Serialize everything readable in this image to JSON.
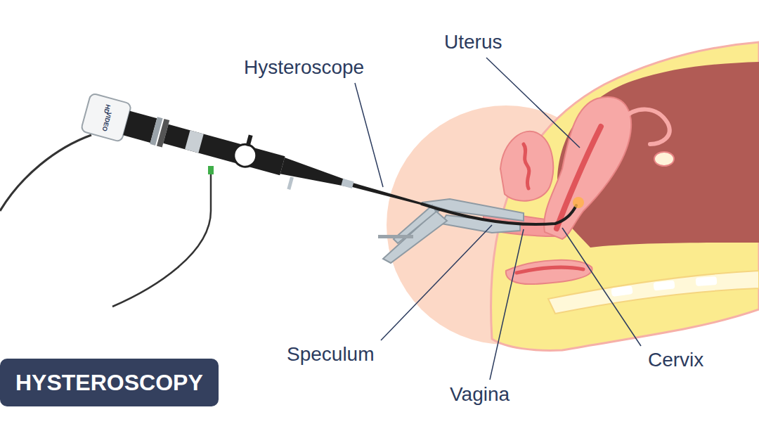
{
  "diagram": {
    "title": "HYSTEROSCOPY",
    "labels": [
      "Hysteroscope",
      "Uterus",
      "Speculum",
      "Vagina",
      "Cervix",
      "HD",
      "VIDEO"
    ]
  }
}
